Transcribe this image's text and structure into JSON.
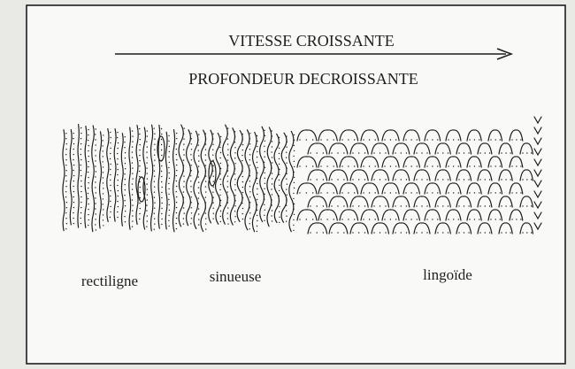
{
  "diagram": {
    "header": {
      "top_text": "VITESSE CROISSANTE",
      "bottom_text": "PROFONDEUR DECROISSANTE"
    },
    "zones": [
      {
        "id": "rectiligne",
        "label": "rectiligne"
      },
      {
        "id": "sinueuse",
        "label": "sinueuse"
      },
      {
        "id": "lingoide",
        "label": "lingoïde"
      }
    ],
    "colors": {
      "paper": "#f9f9f7",
      "ink": "#1e1e1e",
      "scan_background": "#e9e9e6"
    }
  }
}
